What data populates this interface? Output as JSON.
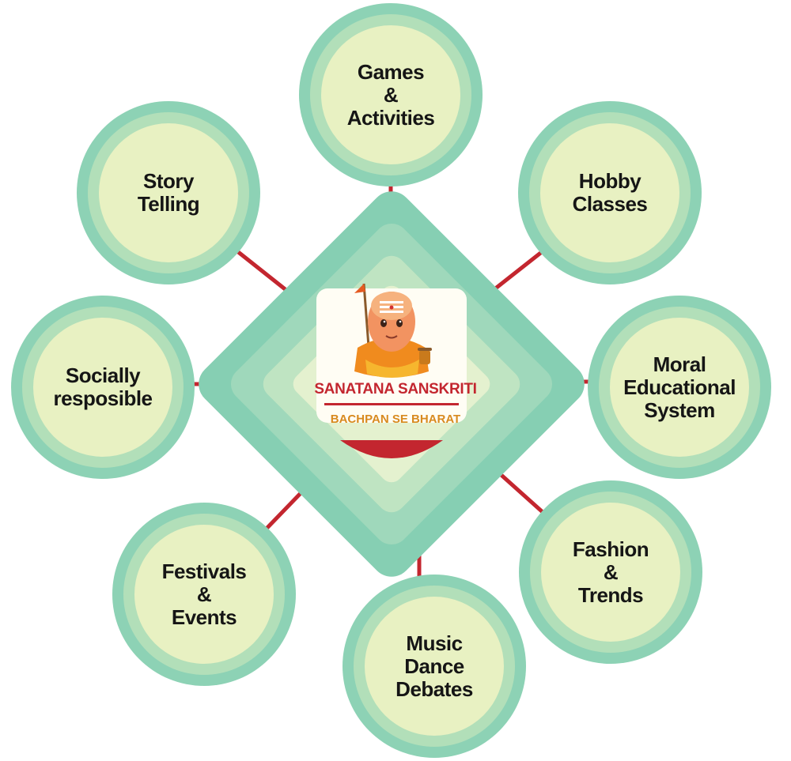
{
  "center": {
    "brand_name": "SANATANA SANSKRITI",
    "tagline": "BACHPAN SE BHARAT"
  },
  "nodes": [
    {
      "id": "games",
      "lines": [
        "Games",
        "&",
        "Activities"
      ]
    },
    {
      "id": "story",
      "lines": [
        "Story",
        "Telling"
      ]
    },
    {
      "id": "hobby",
      "lines": [
        "Hobby",
        "Classes"
      ]
    },
    {
      "id": "social",
      "lines": [
        "Socially",
        "resposible"
      ]
    },
    {
      "id": "moral",
      "lines": [
        "Moral",
        "Educational",
        "System"
      ]
    },
    {
      "id": "festivals",
      "lines": [
        "Festivals",
        "&",
        "Events"
      ]
    },
    {
      "id": "fashion",
      "lines": [
        "Fashion",
        "&",
        "Trends"
      ]
    },
    {
      "id": "music",
      "lines": [
        "Music",
        "Dance",
        "Debates"
      ]
    }
  ],
  "colors": {
    "connector": "#c3262f",
    "ring_outer": "#8dd2b5",
    "ring_middle": "#b2dfb9",
    "ring_inner": "#e8f1c2",
    "brand_red": "#c3262f",
    "brand_orange": "#d88a1f"
  }
}
